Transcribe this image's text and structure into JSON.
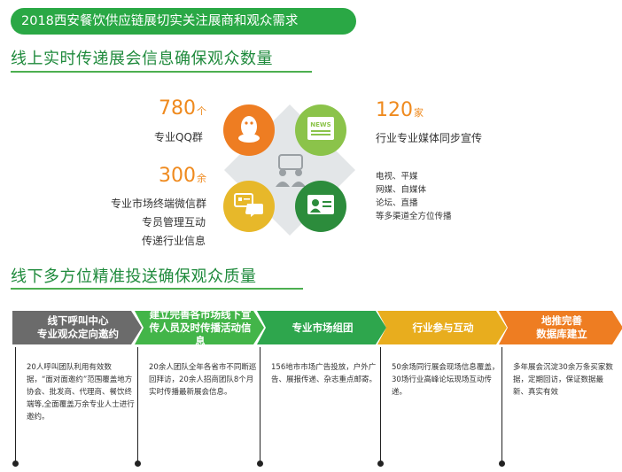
{
  "banner": {
    "title": "2018西安餐饮供应链展切实关注展商和观众需求"
  },
  "section1": {
    "title": "线上实时传递展会信息确保观众数量"
  },
  "section2": {
    "title": "线下多方位精准投送确保观众质量"
  },
  "online": {
    "qq": {
      "number": "780",
      "unit": "个",
      "label": "专业QQ群"
    },
    "media": {
      "number": "120",
      "unit": "家",
      "label": "行业专业媒体同步宣传"
    },
    "wechat": {
      "number": "300",
      "unit": "余",
      "labels": [
        "专业市场终端微信群",
        "专员管理互动",
        "传递行业信息"
      ]
    },
    "channels": [
      "电视、平媒",
      "网媒、自媒体",
      "论坛、直播",
      "等多渠道全方位传播"
    ],
    "colors": {
      "orange": "#ee7d22",
      "green": "#8bc34a",
      "yellow": "#e7b82a",
      "darkgreen": "#2c8c3c",
      "diamond": "#e3e6e8"
    },
    "icons": [
      "qq-penguin-icon",
      "news-icon",
      "people-icon",
      "chat-icon",
      "badge-icon"
    ],
    "news_icon_text": "NEWS"
  },
  "steps": [
    {
      "label": "线下呼叫中心\n专业观众定向邀约",
      "color": "#6b6b6b",
      "desc": "20人呼叫团队利用有效数据，“面对面邀约”范围覆盖地方协会、批发商、代理商、餐饮终端等,全面覆盖万余专业人士进行邀约。"
    },
    {
      "label": "建立完善各市场线下宣\n传人员及时传播活动信息",
      "color": "#43b549",
      "desc": "20余人团队全年各省市不同断巡回拜访，20余人招商团队8个月实时传播最新展会信息。"
    },
    {
      "label": "专业市场组团",
      "color": "#2ea64d",
      "desc": "156地市市场广告投放，户外广告、展报传递、杂志重点邮寄。"
    },
    {
      "label": "行业参与互动",
      "color": "#e8ad1e",
      "desc": "50余场同行展会现场信息覆盖，30场行业高峰论坛现场互动传递。"
    },
    {
      "label": "地推完善\n数据库建立",
      "color": "#ee7d22",
      "desc": "多年展会沉淀30余万条买家数据，定期回访，保证数据最新、真实有效"
    }
  ]
}
